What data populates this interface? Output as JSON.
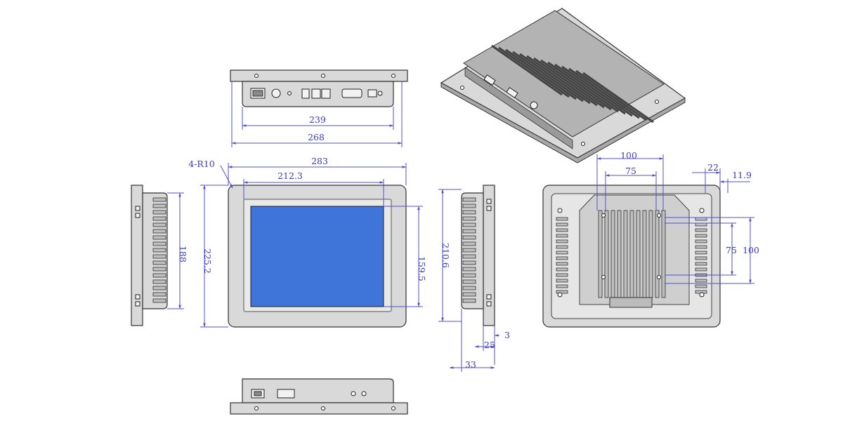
{
  "drawing": {
    "top_view": {
      "dim_inner": "239",
      "dim_outer": "268"
    },
    "front_view": {
      "corner_note": "4-R10",
      "dim_width": "283",
      "dim_screen_width": "212.3",
      "dim_height": "225.2",
      "dim_screen_height": "159.5"
    },
    "left_side_view": {
      "dim_height": "188"
    },
    "right_side_view": {
      "dim_height": "210.6",
      "dim_front_thickness": "3",
      "dim_body_depth": "25",
      "dim_total_depth": "33"
    },
    "back_view": {
      "dim_h_outer": "100",
      "dim_h_inner": "75",
      "dim_offset_1": "22",
      "dim_offset_2": "11.9",
      "dim_v_inner": "75",
      "dim_v_outer": "100"
    },
    "colors": {
      "screen": "#3f74d8",
      "dimension": "#3a3ac8",
      "body": "#d9d9d9",
      "outline": "#333333"
    }
  }
}
